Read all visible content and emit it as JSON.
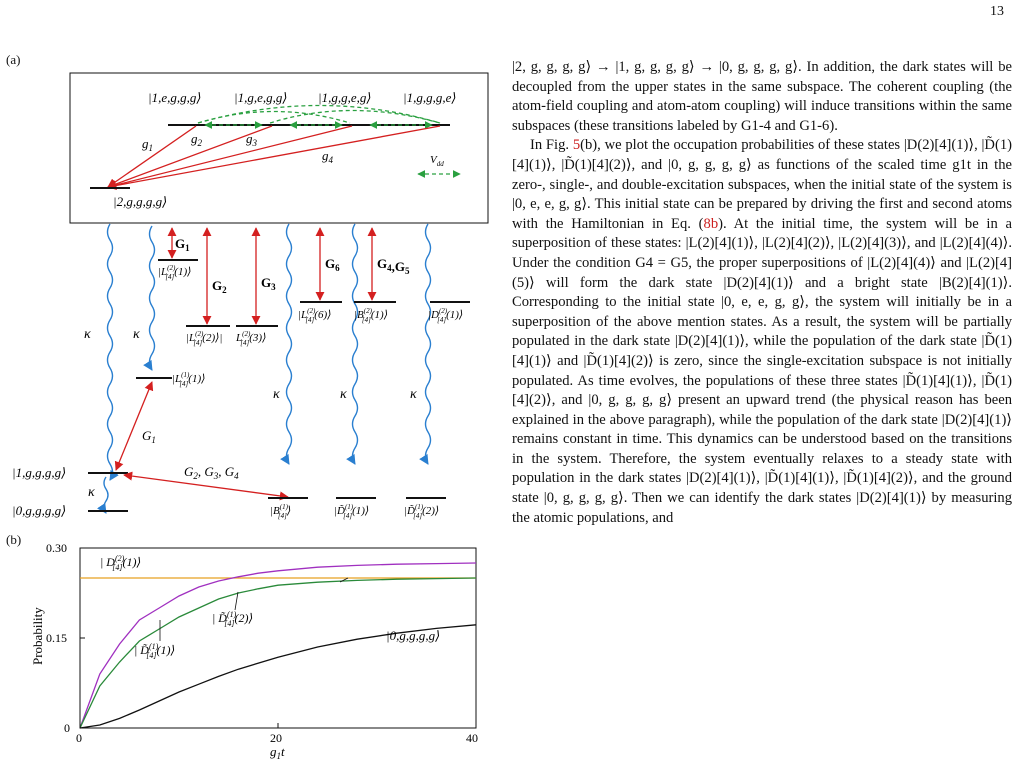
{
  "page_number": "13",
  "figure": {
    "panel_a_label": "(a)",
    "panel_b_label": "(b)",
    "states_top": [
      "|1,e,g,g,g⟩",
      "|1,g,e,g,g⟩",
      "|1,g,g,e,g⟩",
      "|1,g,g,g,e⟩"
    ],
    "state_2g": "|2,g,g,g,g⟩",
    "state_1g": "|1,g,g,g,g⟩",
    "state_0g": "|0,g,g,g,g⟩",
    "coupling_top": [
      "g1",
      "g2",
      "g3",
      "g4"
    ],
    "vdd_label": "Vdd",
    "G_labels": [
      "G1",
      "G2",
      "G3",
      "G6",
      "G4,G5"
    ],
    "kappa": "κ",
    "G1_lower": "G1",
    "G234": "G2, G3, G4",
    "dark_states": [
      "|L(2)[4](1)⟩",
      "|L(2)[4](2)⟩",
      "|L(2)[4](3)⟩",
      "|L(2)[4](6)⟩",
      "|B(2)[4](1)⟩",
      "|D(2)[4](1)⟩",
      "|L(1)[4](1)⟩",
      "|B(1)[4]⟩",
      "|D̃(1)[4](1)⟩",
      "|D̃(1)[4](2)⟩"
    ],
    "plot": {
      "ylabel": "Probability",
      "xlabel": "g1t",
      "yticks": [
        "0",
        "0.15",
        "0.30"
      ],
      "xticks": [
        "0",
        "20",
        "40"
      ],
      "labels": [
        "|D(2)[4](1)⟩",
        "|D̃(1)[4](2)⟩",
        "|D̃(1)[4](1)⟩",
        "|0,g,g,g,g⟩"
      ]
    }
  },
  "chart_data": {
    "type": "line",
    "xlabel": "g1t",
    "ylabel": "Probability",
    "xlim": [
      0,
      40
    ],
    "ylim": [
      0,
      0.3
    ],
    "series": [
      {
        "name": "|D(2)[4](1)⟩",
        "color": "#e8a020",
        "x": [
          0,
          40
        ],
        "values": [
          0.25,
          0.25
        ]
      },
      {
        "name": "|D̃(1)[4](2)⟩",
        "color": "#a030c0",
        "x": [
          0,
          2,
          4,
          6,
          8,
          10,
          12,
          14,
          16,
          18,
          20,
          24,
          28,
          32,
          36,
          40
        ],
        "values": [
          0,
          0.09,
          0.14,
          0.18,
          0.2,
          0.22,
          0.235,
          0.245,
          0.252,
          0.258,
          0.262,
          0.268,
          0.271,
          0.273,
          0.274,
          0.275
        ]
      },
      {
        "name": "|D̃(1)[4](1)⟩",
        "color": "#2a8a3a",
        "x": [
          0,
          2,
          4,
          6,
          8,
          10,
          12,
          14,
          16,
          18,
          20,
          24,
          28,
          32,
          36,
          40
        ],
        "values": [
          0,
          0.07,
          0.11,
          0.145,
          0.165,
          0.185,
          0.2,
          0.215,
          0.225,
          0.232,
          0.238,
          0.243,
          0.246,
          0.248,
          0.249,
          0.25
        ]
      },
      {
        "name": "|0,g,g,g,g⟩",
        "color": "#111111",
        "x": [
          0,
          2,
          4,
          6,
          8,
          10,
          12,
          14,
          16,
          20,
          24,
          28,
          32,
          36,
          40
        ],
        "values": [
          0,
          0.005,
          0.016,
          0.03,
          0.045,
          0.06,
          0.073,
          0.086,
          0.098,
          0.118,
          0.135,
          0.148,
          0.158,
          0.166,
          0.172
        ]
      }
    ]
  },
  "text": {
    "para1": "|2, g, g, g, g⟩ → |1, g, g, g, g⟩ → |0, g, g, g, g⟩. In addition, the dark states will be decoupled from the upper states in the same subspace. The coherent coupling (the atom-field coupling and atom-atom coupling) will induce transitions within the same subspaces (these transitions labeled by G1-4 and G1-6).",
    "p2a": "In Fig. ",
    "p2_ref1": "5",
    "p2b": "(b), we plot the occupation probabilities of these states |D(2)[4](1)⟩, |D̃(1)[4](1)⟩, |D̃(1)[4](2)⟩, and |0, g, g, g, g⟩ as functions of the scaled time g1t in the zero-, single-, and double-excitation subspaces, when the initial state of the system is |0, e, e, g, g⟩. This initial state can be prepared by driving the first and second atoms with the Hamiltonian in Eq. (",
    "p2_ref2": "8b",
    "p2c": "). At the initial time, the system will be in a superposition of these states: |L(2)[4](1)⟩, |L(2)[4](2)⟩, |L(2)[4](3)⟩, and |L(2)[4](4)⟩. Under the condition G4 = G5, the proper superpositions of |L(2)[4](4)⟩ and |L(2)[4](5)⟩ will form the dark state |D(2)[4](1)⟩ and a bright state |B(2)[4](1)⟩. Corresponding to the initial state |0, e, e, g, g⟩, the system will initially be in a superposition of the above mention states. As a result, the system will be partially populated in the dark state |D(2)[4](1)⟩, while the population of the dark state |D̃(1)[4](1)⟩ and |D̃(1)[4](2)⟩ is zero, since the single-excitation subspace is not initially populated. As time evolves, the populations of these three states |D̃(1)[4](1)⟩, |D̃(1)[4](2)⟩, and |0, g, g, g, g⟩ present an upward trend (the physical reason has been explained in the above paragraph), while the population of the dark state |D(2)[4](1)⟩ remains constant in time. This dynamics can be understood based on the transitions in the system. Therefore, the system eventually relaxes to a steady state with population in the dark states |D(2)[4](1)⟩, |D̃(1)[4](1)⟩, |D̃(1)[4](2)⟩, and the ground state |0, g, g, g, g⟩. Then we can identify the dark states |D(2)[4](1)⟩ by measuring the atomic populations, and"
  }
}
